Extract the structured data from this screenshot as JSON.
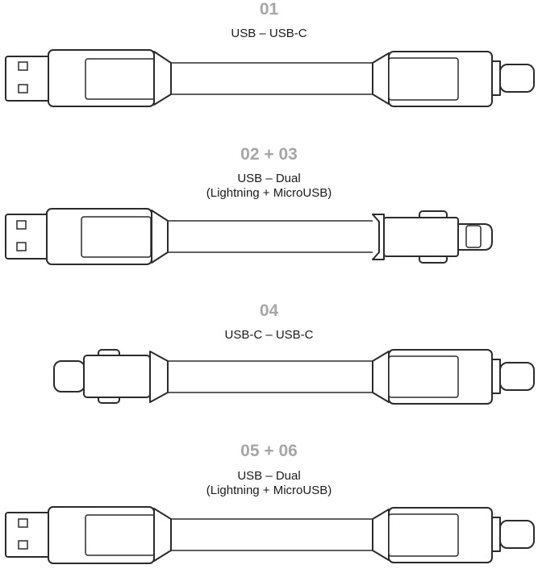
{
  "cables": [
    {
      "number": "01",
      "lines": [
        "USB – USB-C"
      ]
    },
    {
      "number": "02 + 03",
      "lines": [
        "USB – Dual",
        "(Lightning + MicroUSB)"
      ]
    },
    {
      "number": "04",
      "lines": [
        "USB-C  – USB-C"
      ]
    },
    {
      "number": "05 + 06",
      "lines": [
        "USB – Dual",
        "(Lightning + MicroUSB)"
      ]
    }
  ],
  "colors": {
    "stroke": "#2b2b2b",
    "number_label": "#a6a6a6",
    "background": "#ffffff"
  }
}
